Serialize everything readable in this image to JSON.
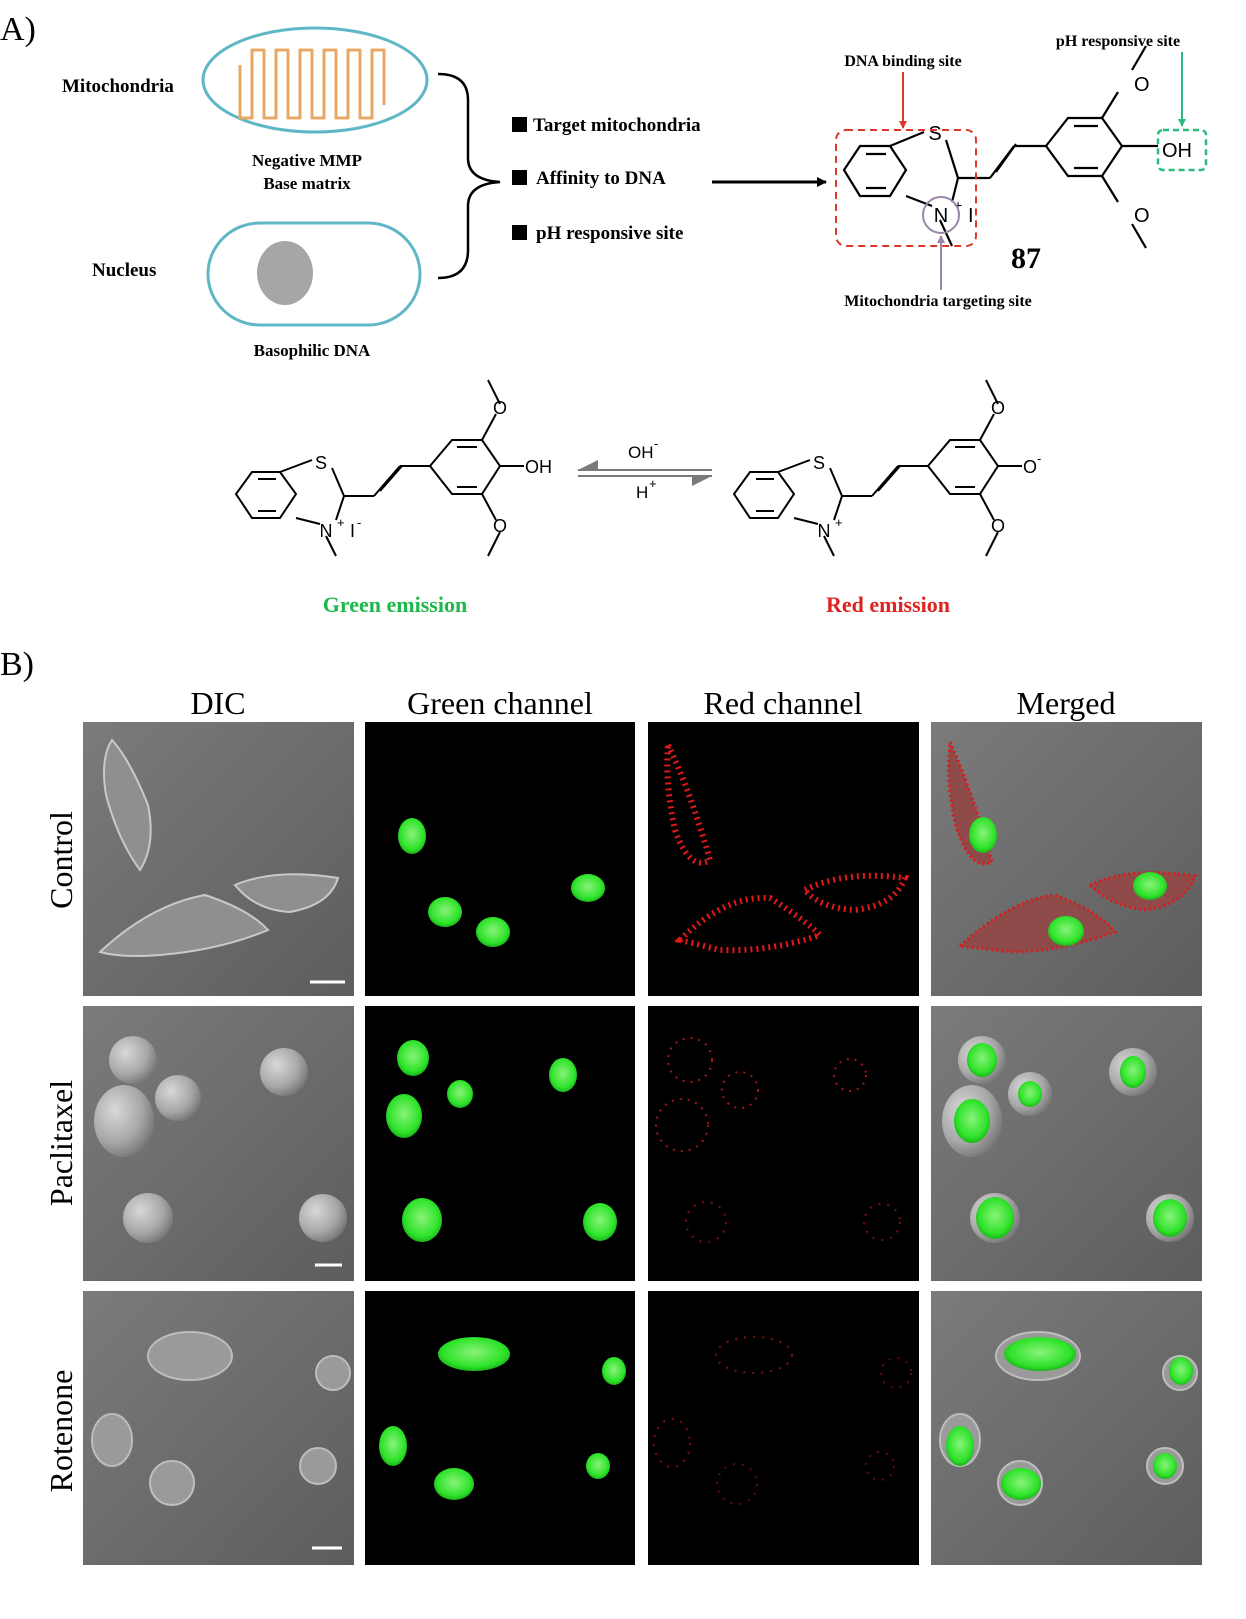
{
  "panel_a": {
    "label": "A)",
    "organelles": {
      "mitochondria": "Mitochondria",
      "mito_note_1": "Negative MMP",
      "mito_note_2": "Base matrix",
      "nucleus": "Nucleus",
      "nucleus_note": "Basophilic DNA"
    },
    "features": [
      "Target mitochondria",
      "Affinity to DNA",
      "pH responsive site"
    ],
    "probe": {
      "compound_number": "87",
      "dna_binding_site": "DNA binding site",
      "ph_responsive_site": "pH responsive site",
      "mito_targeting_site": "Mitochondria targeting site",
      "atom_s": "S",
      "atom_n": "N",
      "charge_plus": "+",
      "counter_ion": "I",
      "counter_charge": "-",
      "hydroxyl": "OH"
    },
    "equilibrium": {
      "forward": "OH",
      "forward_charge": "-",
      "reverse": "H",
      "reverse_charge": "+",
      "phenoxide": "O",
      "phenoxide_charge": "-",
      "left_emission": "Green emission",
      "right_emission": "Red emission"
    },
    "colors": {
      "mito_outline": "#5fb7c6",
      "cristae": "#e8a865",
      "nucleus_fill": "#a6a6a6",
      "dna_site": "#d9382b",
      "ph_site": "#2bbb7f",
      "mito_site": "#9a86a8",
      "green_emission": "#1db84a",
      "red_emission": "#e0231f"
    }
  },
  "panel_b": {
    "label": "B)",
    "columns": [
      "DIC",
      "Green channel",
      "Red channel",
      "Merged"
    ],
    "rows": [
      "Control",
      "Paclitaxel",
      "Rotenone"
    ]
  }
}
